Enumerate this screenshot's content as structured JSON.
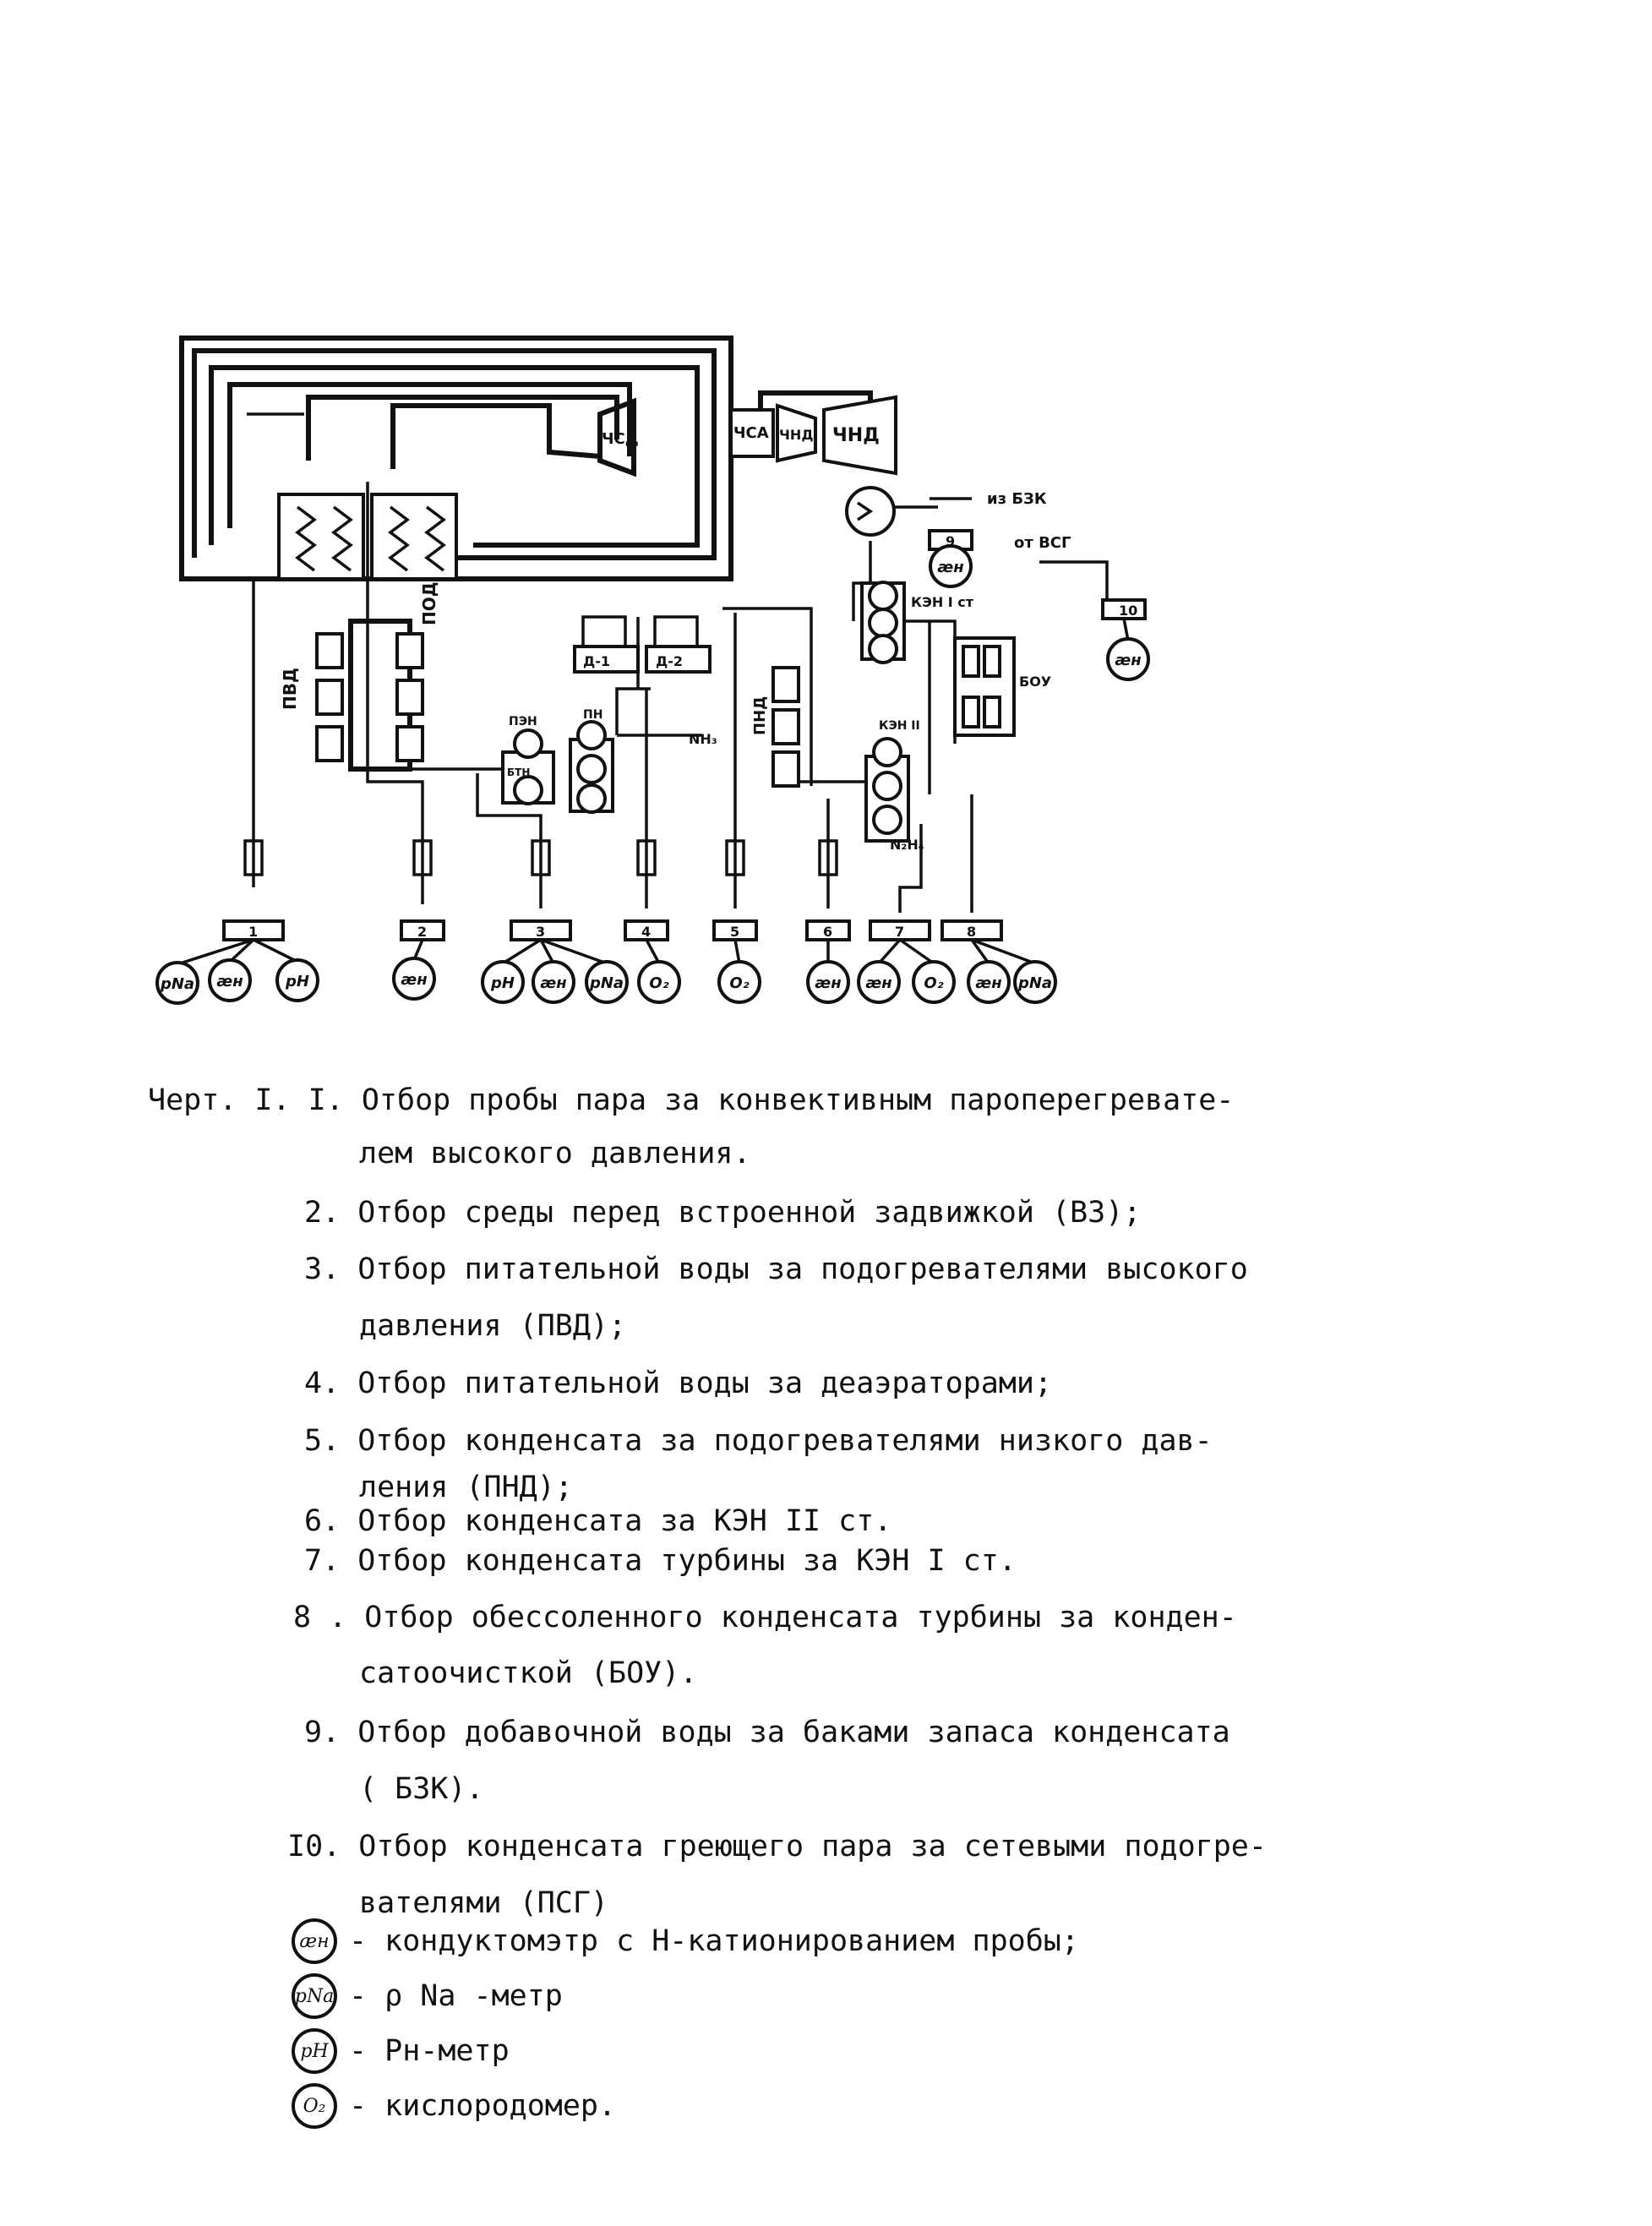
{
  "diagram": {
    "units": {
      "chsd": "ЧСД",
      "chsa": "ЧСА",
      "chnd_small": "ЧНД",
      "chnd": "ЧНД",
      "pvd": "ПВД",
      "pod": "ПОД",
      "pen": "ПЭН",
      "btn": "БТН",
      "pn": "ПН",
      "nh3": "NH₃",
      "d1": "Д-1",
      "d2": "Д-2",
      "pnd": "ПНД",
      "ken1": "КЭН I ст",
      "ken2": "КЭН II",
      "n2h4": "N₂H₄",
      "bou": "БОУ",
      "from_bzk": "из БЗК",
      "from_vsg": "от ВСГ"
    },
    "sample_points": [
      {
        "num": "1",
        "instruments": [
          "pNa",
          "æн",
          "pH"
        ]
      },
      {
        "num": "2",
        "instruments": [
          "æн"
        ]
      },
      {
        "num": "3",
        "instruments": [
          "pH",
          "æн",
          "pNa"
        ]
      },
      {
        "num": "4",
        "instruments": [
          "O₂"
        ]
      },
      {
        "num": "5",
        "instruments": [
          "O₂"
        ]
      },
      {
        "num": "6",
        "instruments": [
          "æн"
        ]
      },
      {
        "num": "7",
        "instruments": [
          "æн",
          "O₂"
        ]
      },
      {
        "num": "8",
        "instruments": [
          "æн",
          "pNa"
        ]
      },
      {
        "num": "9",
        "instruments": [
          "æн"
        ]
      },
      {
        "num": "10",
        "instruments": [
          "æн"
        ]
      }
    ]
  },
  "caption": {
    "lines": [
      "Черт. I. I. Отбор пробы пара за конвективным пароперегревате-",
      "лем высокого давления.",
      "2. Отбор среды перед встроенной задвижкой (ВЗ);",
      "3. Отбор питательной воды за подогревателями высокого",
      "давления (ПВД);",
      "4. Отбор питательной воды за деаэраторами;",
      "5. Отбор конденсата за подогревателями низкого дав-",
      "ления (ПНД);",
      "6. Отбор конденсата за КЭН II ст.",
      "7. Отбор конденсата турбины за КЭН I ст.",
      "8 . Отбор обессоленного конденсата турбины за конден-",
      "сатоочисткой (БОУ).",
      "9. Отбор добавочной воды за баками запаса конденсата",
      "( БЗК).",
      "I0. Отбор конденсата греющего пара за сетевыми подогре-",
      "вателями (ПСГ)"
    ]
  },
  "legend": [
    {
      "symbol": "æн",
      "text": "- кондуктомэтр с Н-катионированием пробы;"
    },
    {
      "symbol": "pNa",
      "text": "- ρ Na -метр"
    },
    {
      "symbol": "pH",
      "text": "- Рн-метр"
    },
    {
      "symbol": "O₂",
      "text": "- кислородомер."
    }
  ]
}
